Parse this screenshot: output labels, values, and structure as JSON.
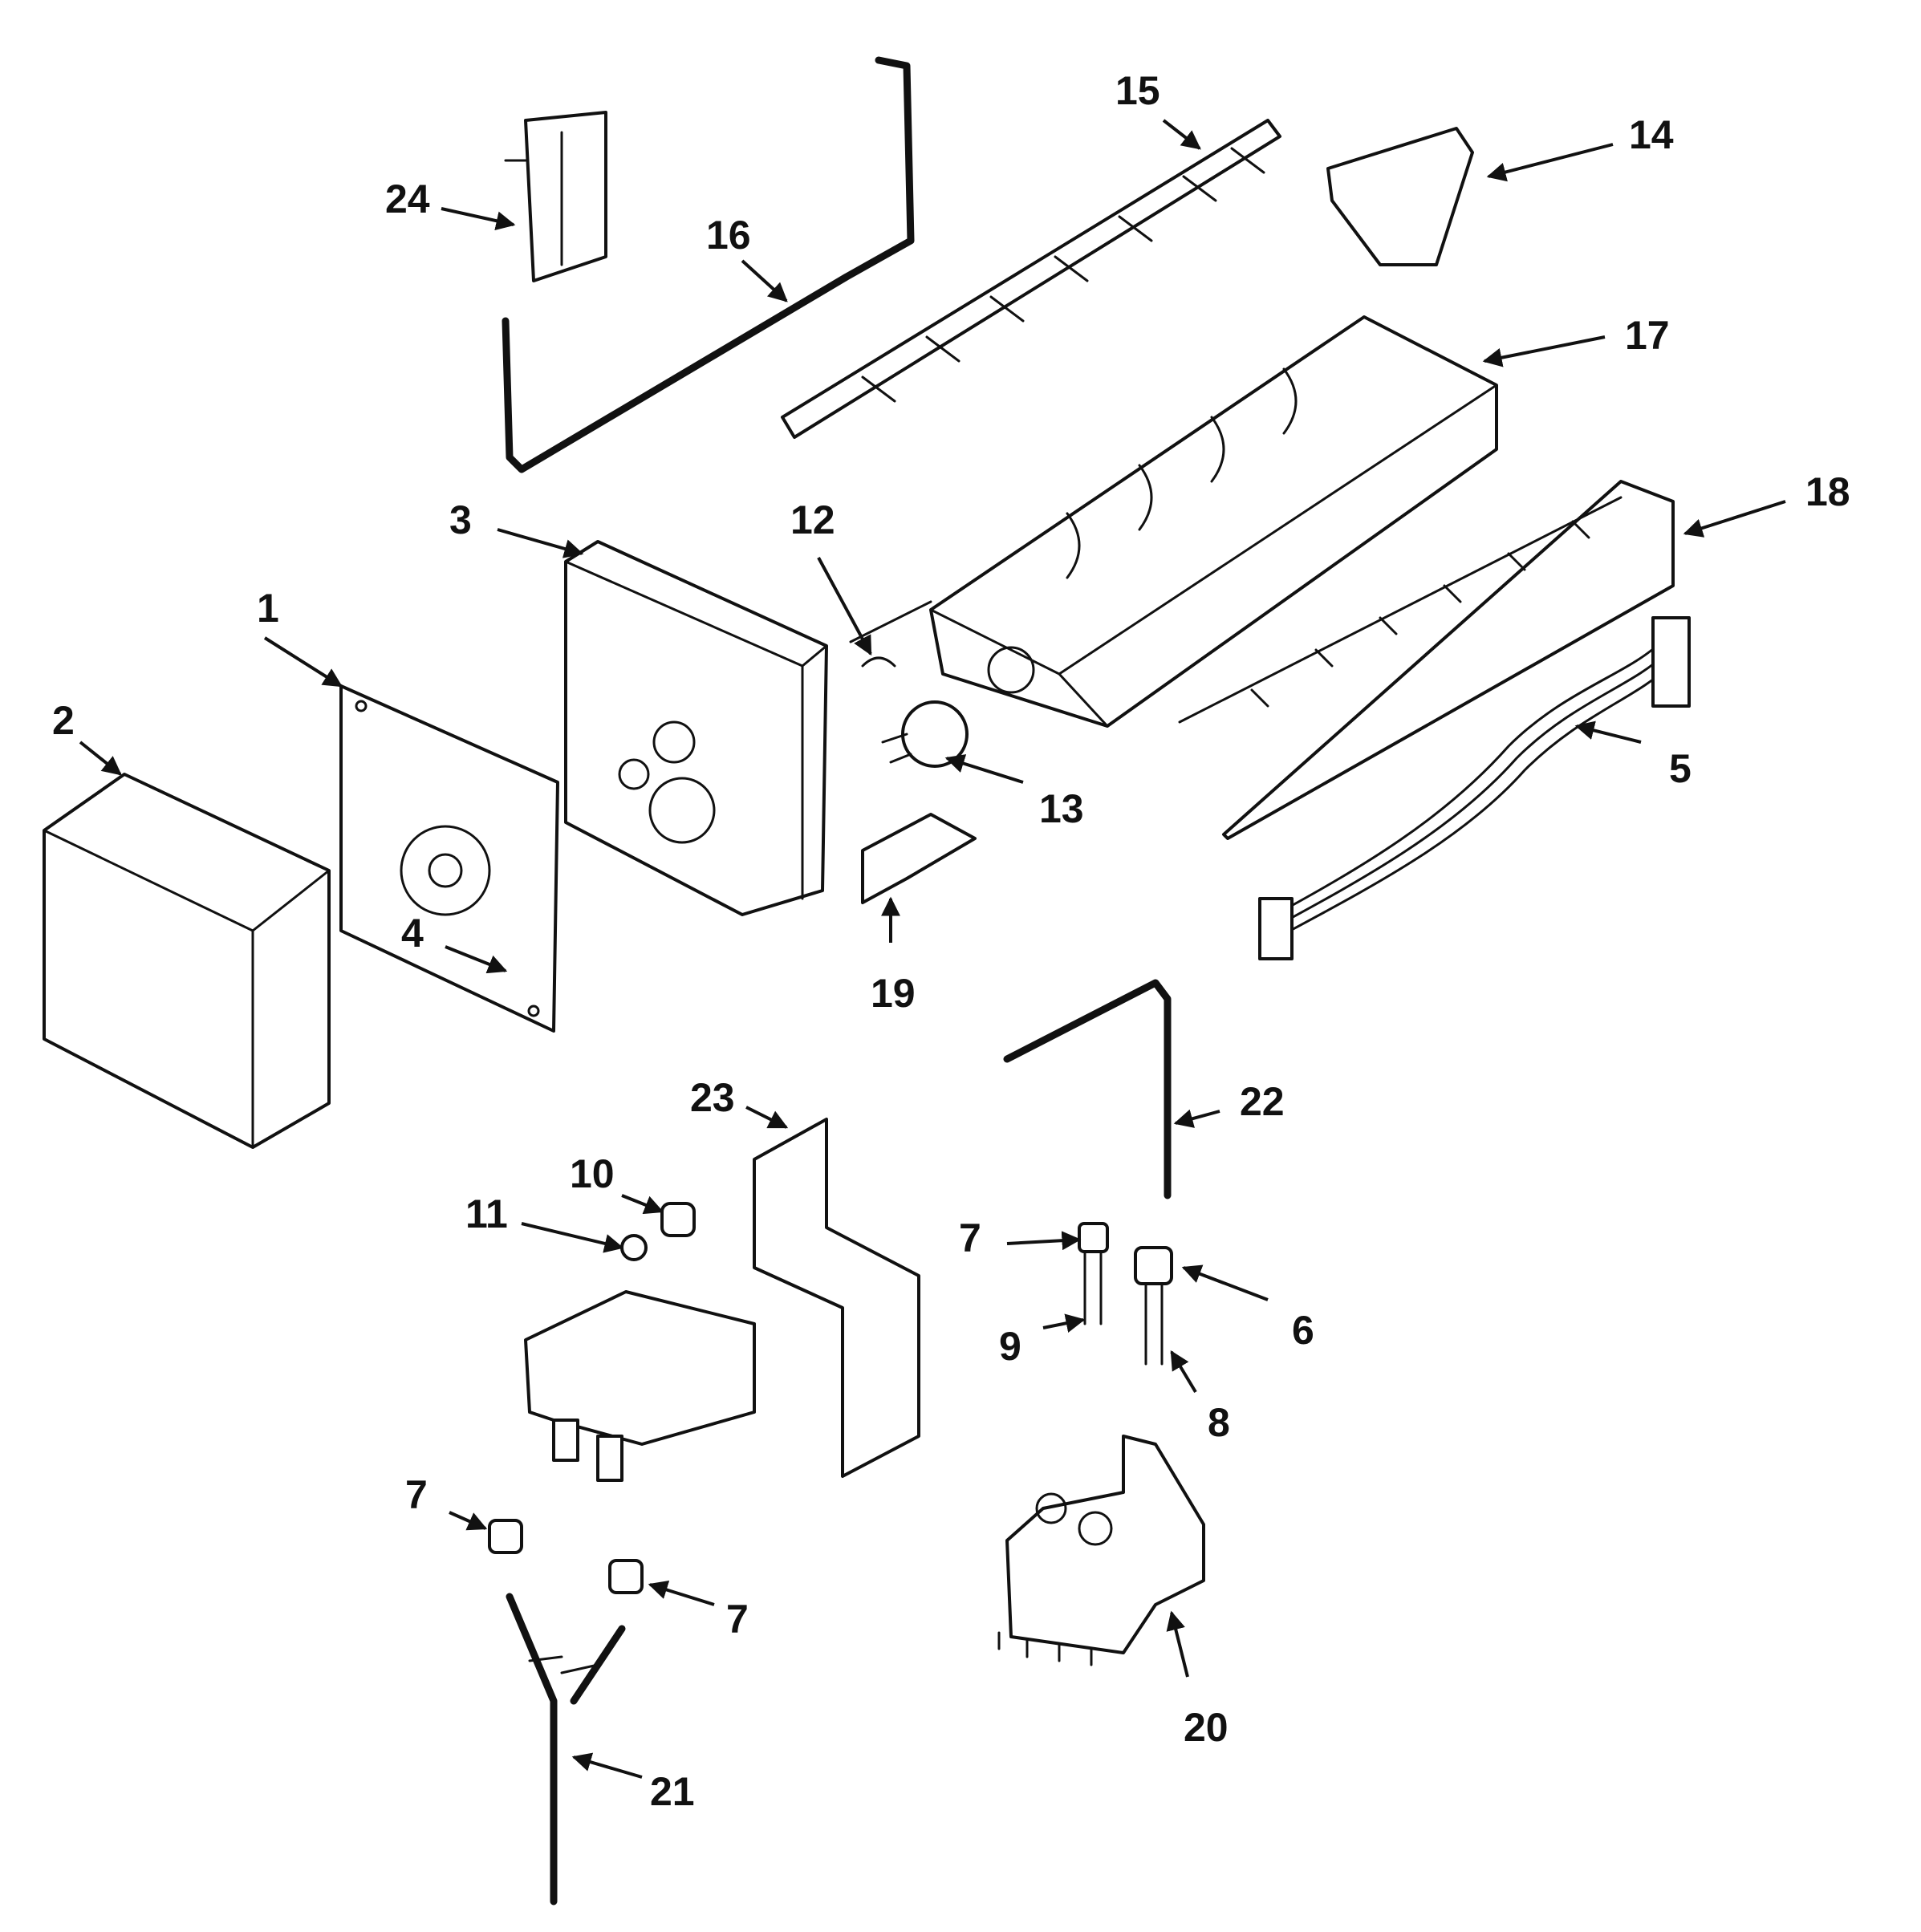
{
  "callouts": [
    {
      "key": "p1",
      "text": "1"
    },
    {
      "key": "p2",
      "text": "2"
    },
    {
      "key": "p3",
      "text": "3"
    },
    {
      "key": "p4",
      "text": "4"
    },
    {
      "key": "p5",
      "text": "5"
    },
    {
      "key": "p6",
      "text": "6"
    },
    {
      "key": "p7a",
      "text": "7"
    },
    {
      "key": "p7b",
      "text": "7"
    },
    {
      "key": "p7c",
      "text": "7"
    },
    {
      "key": "p8",
      "text": "8"
    },
    {
      "key": "p9",
      "text": "9"
    },
    {
      "key": "p10",
      "text": "10"
    },
    {
      "key": "p11",
      "text": "11"
    },
    {
      "key": "p12",
      "text": "12"
    },
    {
      "key": "p13",
      "text": "13"
    },
    {
      "key": "p14",
      "text": "14"
    },
    {
      "key": "p15",
      "text": "15"
    },
    {
      "key": "p16",
      "text": "16"
    },
    {
      "key": "p17",
      "text": "17"
    },
    {
      "key": "p18",
      "text": "18"
    },
    {
      "key": "p19",
      "text": "19"
    },
    {
      "key": "p20",
      "text": "20"
    },
    {
      "key": "p21",
      "text": "21"
    },
    {
      "key": "p22",
      "text": "22"
    },
    {
      "key": "p23",
      "text": "23"
    },
    {
      "key": "p24",
      "text": "24"
    }
  ]
}
